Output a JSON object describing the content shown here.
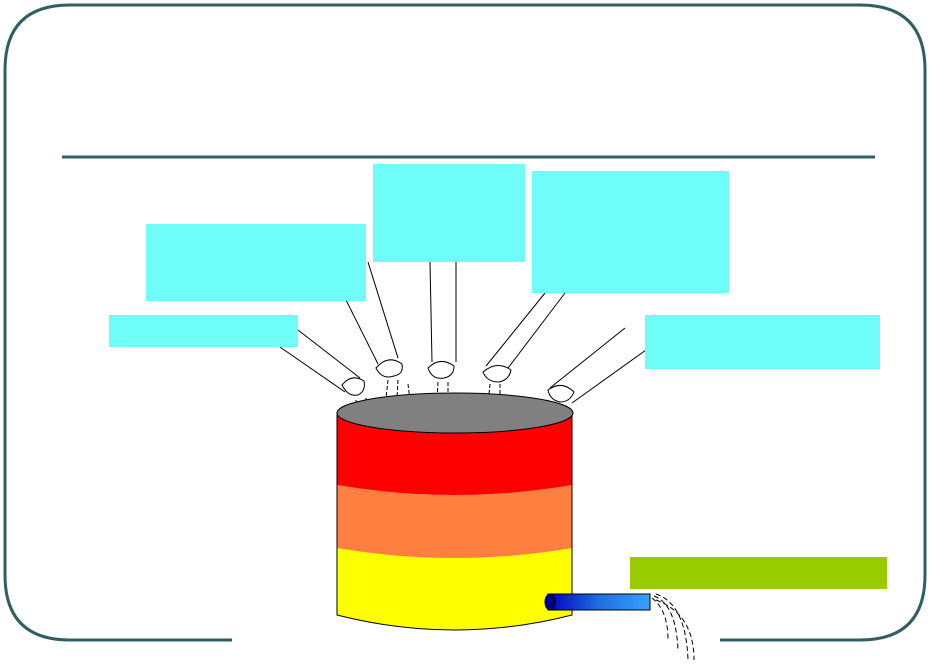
{
  "slide": {
    "frame_color": "#2f5f5f",
    "title": ""
  },
  "colors": {
    "callout_fill": "#6ffdf7",
    "output_fill": "#99cc00",
    "tank_top": "#808080",
    "layer_top": "#ff0000",
    "layer_middle": "#ff7f40",
    "layer_bottom": "#ffff00",
    "pipe": "#1f6fdf"
  },
  "icons": {
    "inflow_pipes": "pipe-icon",
    "water_drops": "water-drop-icon",
    "outflow_spray": "water-spray-icon"
  },
  "callouts": [
    {
      "id": "inflow-1",
      "text": ""
    },
    {
      "id": "inflow-2",
      "text": ""
    },
    {
      "id": "inflow-3",
      "text": ""
    },
    {
      "id": "inflow-4",
      "text": ""
    },
    {
      "id": "inflow-5",
      "text": ""
    }
  ],
  "output_label": {
    "text": ""
  }
}
